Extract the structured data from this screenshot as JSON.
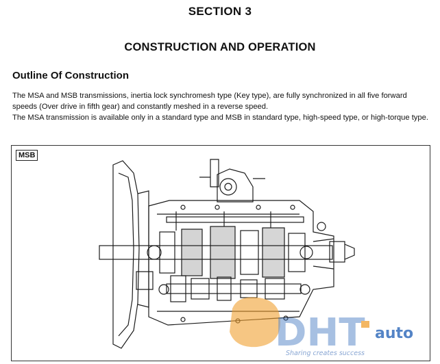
{
  "section": "SECTION 3",
  "title": "CONSTRUCTION AND OPERATION",
  "outline": {
    "heading": "Outline Of Construction",
    "para1": "The MSA and MSB transmissions, inertia lock synchromesh type (Key type), are fully synchronized in all five forward speeds (Over drive in fifth gear) and constantly meshed in a reverse speed.",
    "para2": "The MSA transmission is available only in a standard type and MSB in standard type, high-speed type, or high-torque type."
  },
  "figure": {
    "label": "MSB"
  },
  "watermark": {
    "brand": "auto",
    "tagline": "Sharing creates success",
    "colors": {
      "orange": "#f0a030",
      "blue": "#2a66b8"
    }
  }
}
